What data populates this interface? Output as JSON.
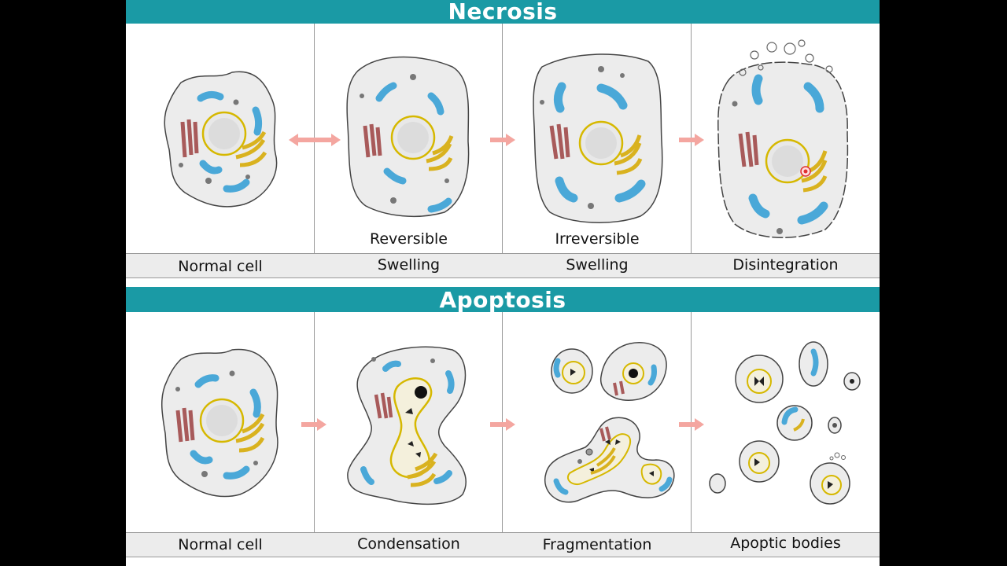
{
  "necrosis": {
    "title": "Necrosis",
    "stages": [
      {
        "caption": "Normal cell",
        "sublabel": ""
      },
      {
        "caption": "Swelling",
        "sublabel": "Reversible"
      },
      {
        "caption": "Swelling",
        "sublabel": "Irreversible"
      },
      {
        "caption": "Disintegration",
        "sublabel": ""
      }
    ]
  },
  "apoptosis": {
    "title": "Apoptosis",
    "stages": [
      {
        "caption": "Normal cell"
      },
      {
        "caption": "Condensation"
      },
      {
        "caption": "Fragmentation"
      },
      {
        "caption": "Apoptic bodies"
      }
    ]
  },
  "colors": {
    "banner": "#1a9aa5",
    "arrow": "#f4a6a0",
    "cytoplasm": "#ececec",
    "mitochondria": "#4aa8d8",
    "golgi": "#d9b21f",
    "er": "#a85a5a",
    "nucleus": "#d6b800"
  }
}
